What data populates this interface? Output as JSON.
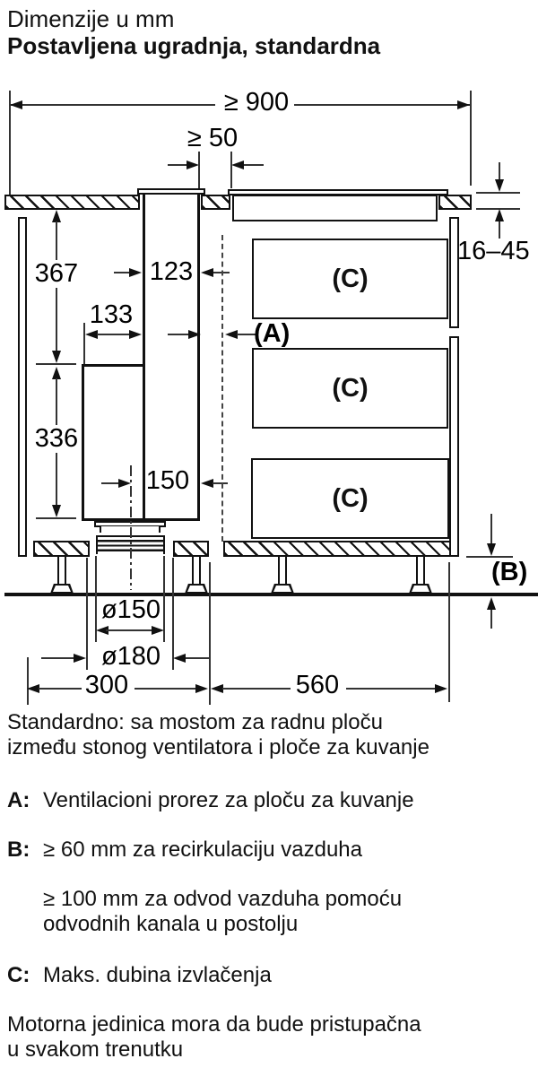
{
  "title": {
    "line1": "Dimenzije u mm",
    "line2": "Postavljena ugradnja, standardna"
  },
  "diagram": {
    "dims": {
      "width_total": "≥ 900",
      "gap_min": "≥ 50",
      "height_upper": "367",
      "duct_width": "123",
      "motor_offset": "133",
      "height_lower": "336",
      "outlet_offset": "150",
      "worktop_thickness": "16–45",
      "duct_diameter": "ø150",
      "cutout_diameter": "ø180",
      "module_width": "300",
      "cabinet_width": "560"
    },
    "labels": {
      "a": "(A)",
      "b": "(B)",
      "c": "(C)"
    }
  },
  "captions": {
    "standard": [
      "Standardno: sa mostom za radnu ploču",
      "između stonog ventilatora i ploče za kuvanje"
    ],
    "a_label": "A:",
    "a_text": "Ventilacioni prorez za ploču za kuvanje",
    "b_label": "B:",
    "b_text": "≥ 60 mm za recirkulaciju vazduha",
    "b_text2": [
      "≥ 100 mm za odvod vazduha pomoću",
      "odvodnih kanala u postolju"
    ],
    "c_label": "C:",
    "c_text": "Maks. dubina izvlačenja",
    "note": [
      "Motorna jedinica mora da bude pristupačna",
      "u svakom trenutku"
    ]
  }
}
